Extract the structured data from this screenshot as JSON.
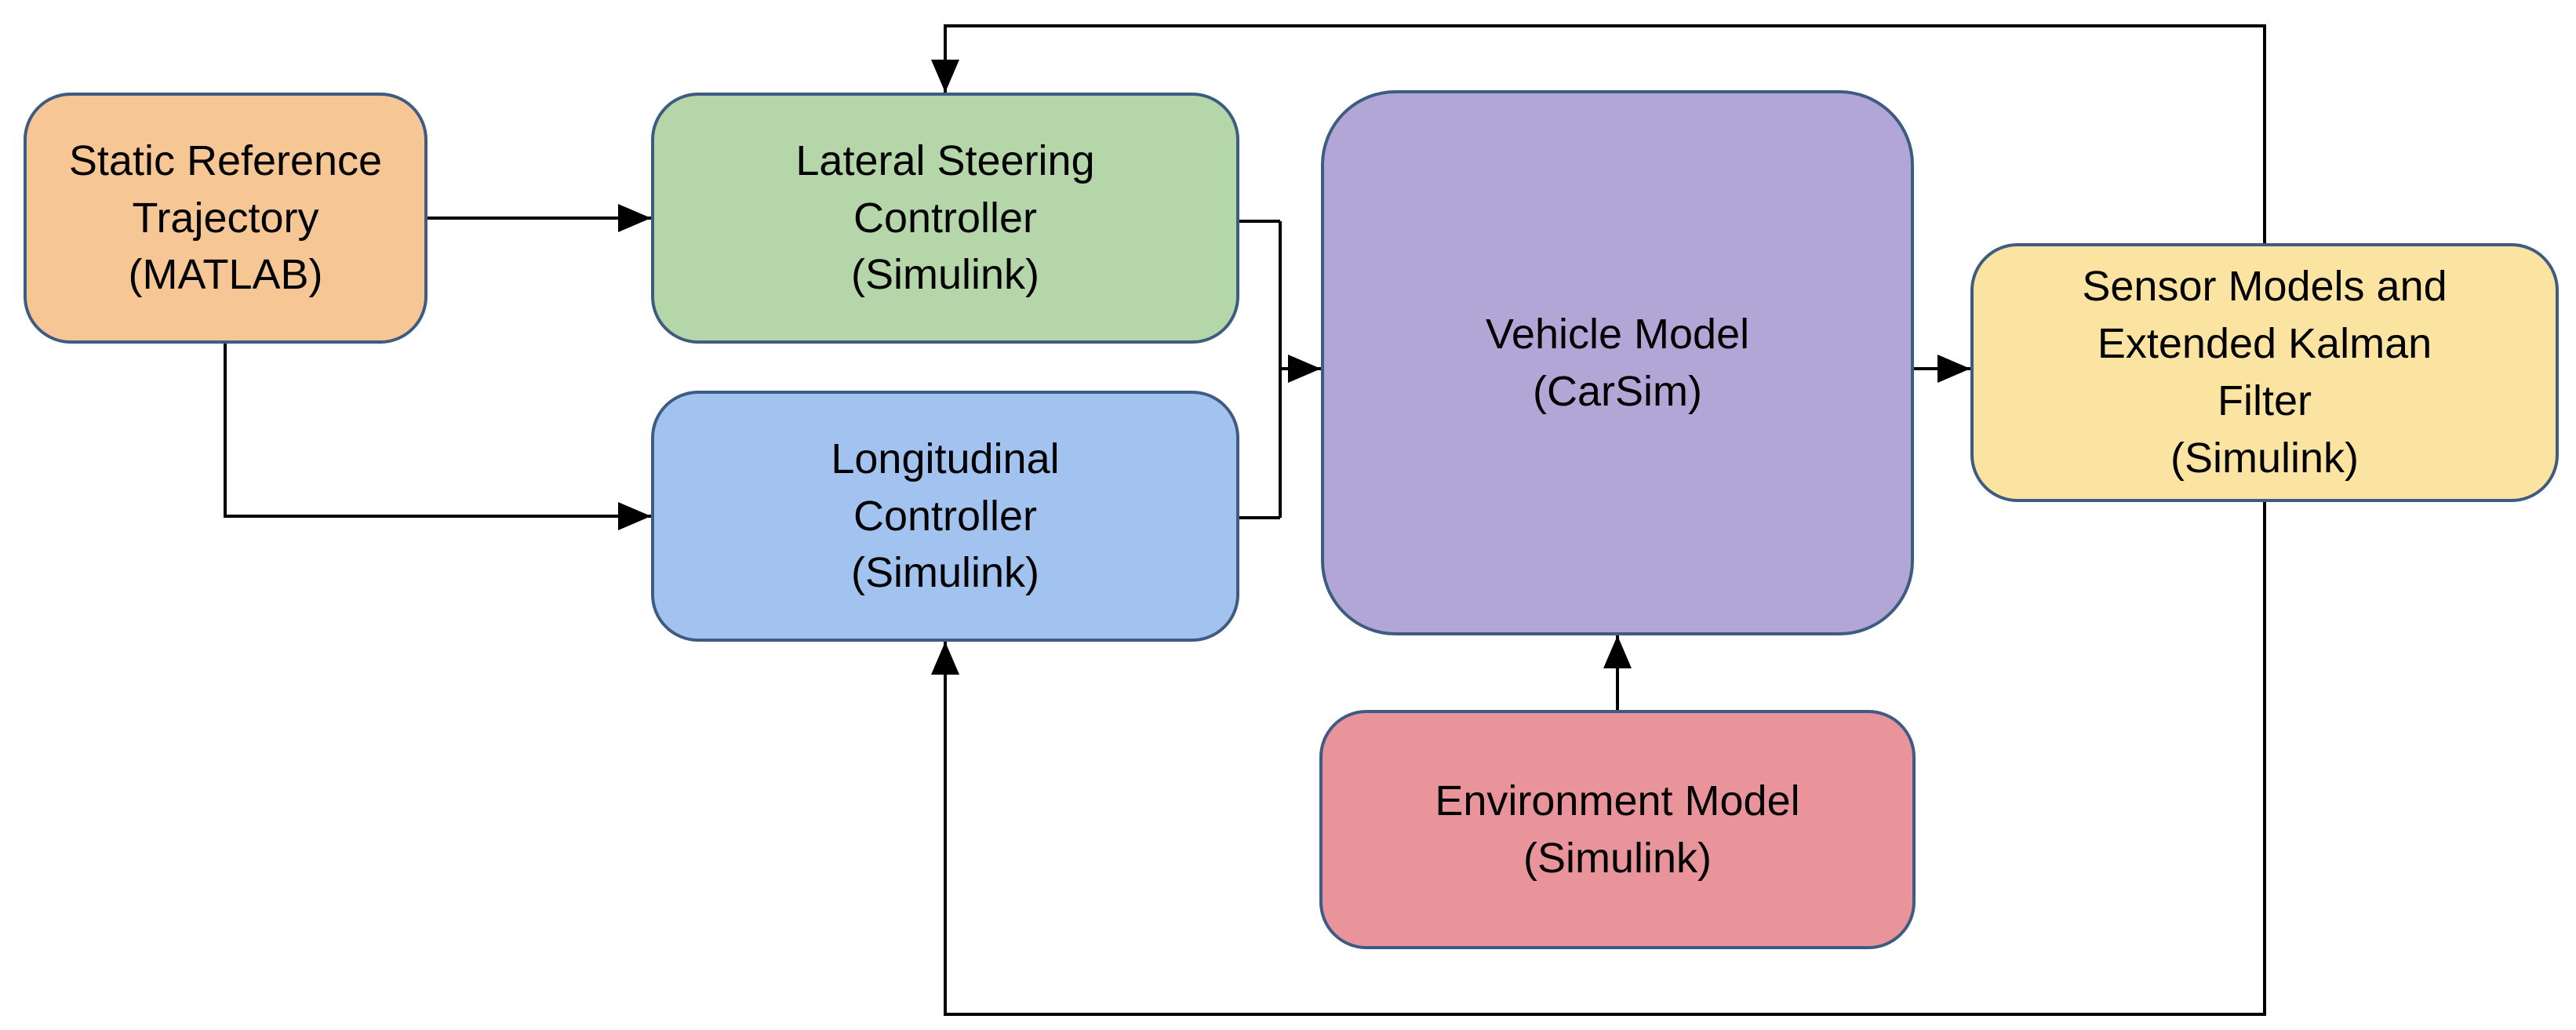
{
  "diagram": {
    "background": "#ffffff",
    "line_color": "#000000",
    "border_color": "#3e5c82",
    "text_color": "#000000",
    "nodes": [
      {
        "id": "static-reference-trajectory",
        "label": "Static Reference Trajectory (MATLAB)",
        "lines": [
          "Static Reference",
          "Trajectory",
          "(MATLAB)"
        ],
        "fill": "#f6c795"
      },
      {
        "id": "lateral-steering-controller",
        "label": "Lateral Steering Controller (Simulink)",
        "lines": [
          "Lateral Steering",
          "Controller",
          "(Simulink)"
        ],
        "fill": "#b4d6a8"
      },
      {
        "id": "longitudinal-controller",
        "label": "Longitudinal Controller (Simulink)",
        "lines": [
          "Longitudinal",
          "Controller",
          "(Simulink)"
        ],
        "fill": "#a2c2f0"
      },
      {
        "id": "vehicle-model",
        "label": "Vehicle Model (CarSim)",
        "lines": [
          "Vehicle Model",
          "(CarSim)"
        ],
        "fill": "#b2a6d6"
      },
      {
        "id": "sensor-models-ekf",
        "label": "Sensor Models and Extended Kalman Filter (Simulink)",
        "lines": [
          "Sensor Models and",
          "Extended Kalman",
          "Filter",
          "(Simulink)"
        ],
        "fill": "#fbe3a1"
      },
      {
        "id": "environment-model",
        "label": "Environment Model (Simulink)",
        "lines": [
          "Environment Model",
          "(Simulink)"
        ],
        "fill": "#e8949a"
      }
    ],
    "edges": [
      {
        "from": "static-reference-trajectory",
        "to": "lateral-steering-controller"
      },
      {
        "from": "static-reference-trajectory",
        "to": "longitudinal-controller"
      },
      {
        "from": "lateral-steering-controller",
        "to": "vehicle-model"
      },
      {
        "from": "longitudinal-controller",
        "to": "vehicle-model"
      },
      {
        "from": "vehicle-model",
        "to": "sensor-models-ekf"
      },
      {
        "from": "environment-model",
        "to": "vehicle-model"
      },
      {
        "from": "sensor-models-ekf",
        "to": "lateral-steering-controller",
        "route": "top-feedback"
      },
      {
        "from": "sensor-models-ekf",
        "to": "longitudinal-controller",
        "route": "bottom-feedback"
      }
    ]
  }
}
